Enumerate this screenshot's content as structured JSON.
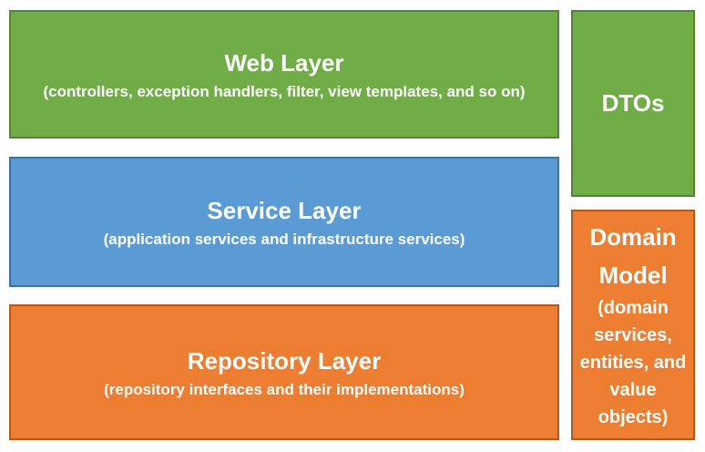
{
  "colors": {
    "green_fill": "#70AD47",
    "green_border": "#548235",
    "blue_fill": "#5B9BD5",
    "blue_border": "#41719C",
    "orange_fill": "#ED7D31",
    "orange_border": "#AE5A21",
    "text": "#FFFFFF",
    "background": "#FFFFFF"
  },
  "layers": [
    {
      "title": "Web Layer",
      "subtitle": "(controllers, exception handlers, filter, view templates, and so on)",
      "color": "green"
    },
    {
      "title": "Service Layer",
      "subtitle": "(application services and infrastructure services)",
      "color": "blue"
    },
    {
      "title": "Repository Layer",
      "subtitle": "(repository interfaces and their implementations)",
      "color": "orange"
    }
  ],
  "side_boxes": [
    {
      "title": "DTOs",
      "subtitle": "",
      "color": "green"
    },
    {
      "title": "Domain Model",
      "subtitle": "(domain services, entities, and value objects)",
      "color": "orange"
    }
  ]
}
